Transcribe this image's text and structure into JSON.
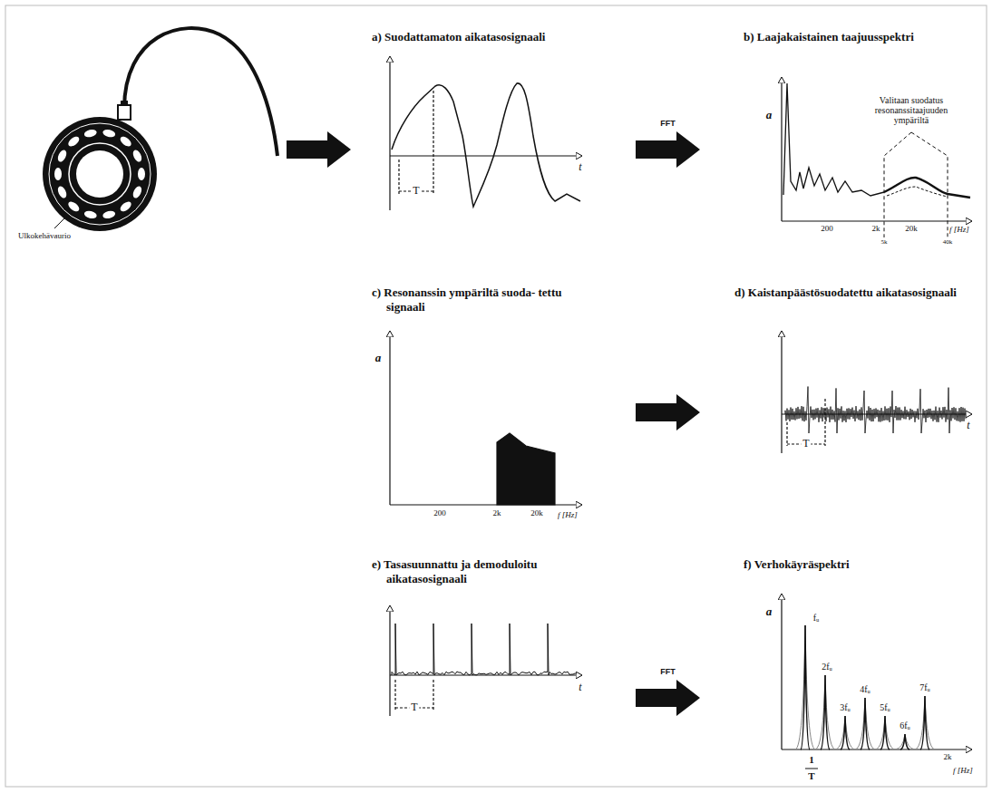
{
  "diagram": {
    "nodes": [
      {
        "text": [
          "Ulkokehävaurio"
        ]
      },
      {
        "text": [
          "a) Suodattamaton aikatasosignaali"
        ]
      },
      {
        "text": [
          "b) Laajakaistainen taajuusspektri"
        ]
      },
      {
        "text": [
          "c) Resonanssin ympäriltä suoda- tettu signaali"
        ]
      },
      {
        "text": [
          "d) Kaistanpäästösuodatettu aikatasosignaali"
        ]
      },
      {
        "text": [
          "e) Tasasuunnattu ja demoduloitu aikatasosignaali"
        ]
      },
      {
        "text": [
          "f) Verhokäyräspektri"
        ]
      }
    ],
    "edges": [
      {
        "from": 0,
        "to": 1,
        "arrow": "to"
      },
      {
        "from": 1,
        "to": 2,
        "arrow": "to",
        "label": "FFT"
      },
      {
        "from": 3,
        "to": 4,
        "arrow": "to"
      },
      {
        "from": 5,
        "to": 6,
        "arrow": "to",
        "label": "FFT"
      }
    ],
    "labels": [
      "Valitaan suodatus resonanssitaajuuden ympäriltä",
      "T",
      "t",
      "a",
      "200",
      "2k",
      "20k",
      "f [Hz]",
      "5k",
      "40k",
      "a",
      "200",
      "2k",
      "20k",
      "f [Hz]",
      "T",
      "t",
      "T",
      "t",
      "a",
      "fᵤ",
      "2fᵤ",
      "3fᵤ",
      "4fᵤ",
      "5fᵤ",
      "6fᵤ",
      "7fᵤ",
      "1",
      "T",
      "2k",
      "f [Hz]"
    ]
  }
}
